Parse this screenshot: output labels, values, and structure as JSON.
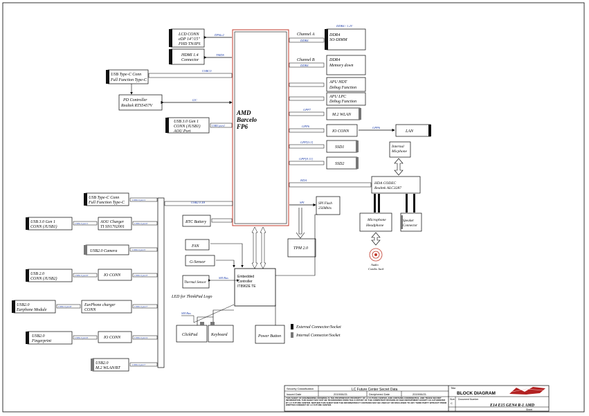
{
  "cpu": {
    "line1": "AMD",
    "line2": "Barcelo",
    "line3": "FP6"
  },
  "left_top": {
    "lcd": {
      "line1": "LCD CONN",
      "line2": "eDP 14\"/15\"",
      "line3": "FHD TN/IPS",
      "bus": "DP&c2"
    },
    "hdmi": {
      "line1": "HDMI 1.4",
      "line2": "Connector",
      "bus": "TMDS"
    },
    "usbc": {
      "line1": "USB Type-C  Conn",
      "line2": "Full Function Type-C",
      "bus": "USBC0"
    },
    "pd": {
      "line1": "PD Controller",
      "line2": "Realtek RTS5457V",
      "bus": "I2C"
    },
    "usb3": {
      "line1": "USB 3.0 Gen 1",
      "line2": "CONN (JUSB1)",
      "line3": "AOU Port",
      "bus": "USB3 port1"
    }
  },
  "right_top": {
    "ddr_a": {
      "channel": "Channel A",
      "bus": "DDR4",
      "line1": "DDR4",
      "line2": "SO-DIMM",
      "rail": "DDR4 / 1.2V"
    },
    "ddr_b": {
      "channel": "Channel B",
      "bus": "DDR4",
      "line1": "DDR4",
      "line2": "Memory down"
    },
    "apu_hdt": {
      "line1": "APU HDT",
      "line2": "Debug Function"
    },
    "apu_lpc": {
      "line1": "APU LPC",
      "line2": "Debug Function"
    },
    "wlan": {
      "bus": "GPP7",
      "label": "M.2 WLAN"
    },
    "io_conn": {
      "bus": "GPP6",
      "label": "IO CONN"
    },
    "lan": {
      "bus": "GPP6",
      "label": "LAN"
    },
    "ssd1": {
      "bus": "GPP[0:3]",
      "label": "SSD1"
    },
    "ssd2": {
      "bus": "GPP[8:11]",
      "label": "SSD2"
    },
    "int_mic": {
      "line1": "Internal",
      "line2": "Micphone"
    },
    "hda": {
      "bus": "HDA",
      "line1": "HDA CODEC",
      "line2": "Realtek ALC3287"
    },
    "spi": {
      "bus": "SPI",
      "line1": "SPI Flash",
      "line2": "256Mbits"
    },
    "tpm": {
      "label": "TPM 2.0"
    },
    "mic_hp": {
      "line1": "Microphone",
      "line2": "Headphone"
    },
    "speaker": {
      "line1": "Speaker",
      "line2": "Connector"
    },
    "jack": {
      "line1": "Audio",
      "line2": "Combo Jack"
    }
  },
  "left_bottom": {
    "usbc2": {
      "line1": "USB Type-C  Conn",
      "line2": "Full Function Type-C",
      "port": "USB2.0 port1"
    },
    "usb3_2": {
      "line1": "USB 3.0 Gen 1",
      "line2": "CONN (JUSB1)",
      "port": "USB2.0 port1"
    },
    "aou": {
      "line1": "AOU Charger",
      "line2": "TI SN1702001",
      "port": "USB2.0 port0"
    },
    "camera": {
      "label": "USB2.0 Camera",
      "port": "USB2.0 port5"
    },
    "usb2conn": {
      "line1": "USB 2.0",
      "line2": "CONN (JUSB2)",
      "port": "USB2.0 port0"
    },
    "io_conn": {
      "label": "IO CONN",
      "port": "USB2.0 port3"
    },
    "earphone_mod": {
      "line1": "USB2.0",
      "line2": "Earphone Module",
      "port": "USB2.0 port8"
    },
    "earphone_chg": {
      "line1": "EarPhone charger",
      "line2": "CONN",
      "port": "USB2.0 port7"
    },
    "fingerprint": {
      "line1": "USB2.0",
      "line2": "Fingerprint",
      "port": "USB2.0 port6"
    },
    "io_conn2": {
      "label": "IO CONN",
      "port": "USB2.0 port4"
    },
    "m2wlan": {
      "line1": "USB2.0",
      "line2": "M.2 WLAN/BT",
      "port": "USB2.0 port7"
    },
    "usb2_bus": "USB2.0 X8"
  },
  "ec_area": {
    "rtc": "RTC Battery",
    "fan": "FAN",
    "gsensor": "G-Sensor",
    "thermal": "Thermal Sensor",
    "smbus1": "SM Bus",
    "ec_line1": "Embedded",
    "ec_line2": "Controller",
    "ec_line3": "IT8962E TE",
    "led": "LED for ThinkPad Logo",
    "smbus2": "SM Bus",
    "clickpad": "ClickPad",
    "keyboard": "Keyboard",
    "power": "Power Button"
  },
  "legend": {
    "external": "External Connector/Socket",
    "internal": "Internal Connector/Socket"
  },
  "title_block": {
    "sec_class": "Security Classification",
    "company": "LC Future Center Secret Data",
    "issued": "Issued Date",
    "issued_val": "2019/06/21",
    "deciphered": "Deciphered Date",
    "deciphered_val": "2019/06/21",
    "title_label": "Title",
    "title": "BLOCK DIAGRAM",
    "doc_no": "Document Number",
    "model": "E14 E15 GEN4 R-1 AMD",
    "size": "Size",
    "size_val": "C",
    "sheet": "Sheet",
    "disclaimer": "THIS SHEET OF ENGINEERING DRAWING IS THE PROPRIETARY PROPERTY OF LC FUTURE CENTER, AND CONTAINS CONFIDENTIAL AND TRADE SECRET INFORMATION. THIS SHEET MAY NOT BE TRANSFERED FROM THE CUSTODY OF THE COMPETENT DIVISION OF R&D DEPARTMENT EXCEPT AS AUTHORIZED BY LC FUTURE CENTER. NEITHER THIS SHEET NOR THE INFORMATION IT CONTAINS MAY BE USED BY OR DISCLOSED TO ANY THIRD PARTY WITHOUT PRIOR WRITTEN CONSENT OF LC FUTURE CENTER."
  }
}
